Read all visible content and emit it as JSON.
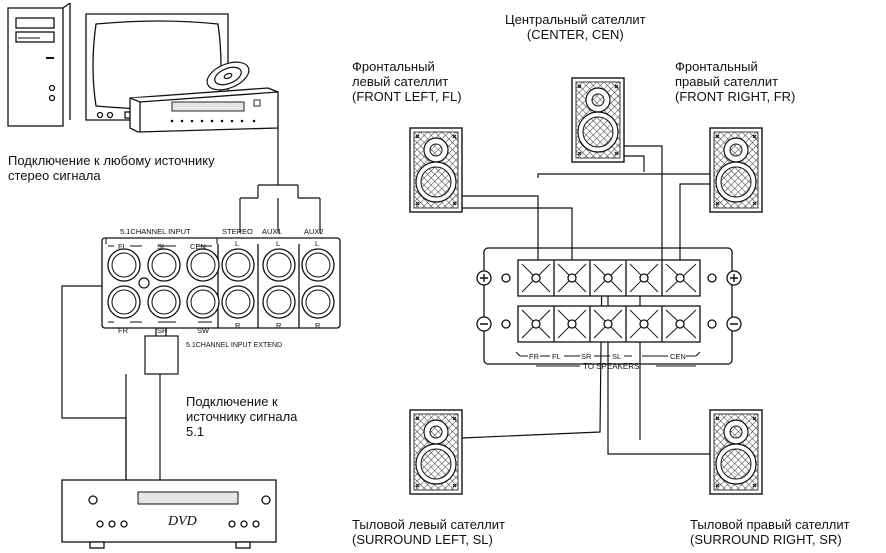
{
  "labels": {
    "center": [
      "Центральный сателлит",
      "(CENTER, CEN)"
    ],
    "front_left": [
      "Фронтальный",
      "левый сателлит",
      "(FRONT LEFT, FL)"
    ],
    "front_right": [
      "Фронтальный",
      "правый сателлит",
      "(FRONT RIGHT, FR)"
    ],
    "surround_left": [
      "Тыловой левый сателлит",
      "(SURROUND LEFT, SL)"
    ],
    "surround_right": [
      "Тыловой правый сателлит",
      "(SURROUND RIGHT, SR)"
    ],
    "stereo_source": [
      "Подключение к любому источнику",
      "стерео сигнала"
    ],
    "source_51": [
      "Подключение к",
      "источнику сигнала",
      "5.1"
    ]
  },
  "input_panel": {
    "title_51": "5.1CHANNEL INPUT",
    "stereo": "STEREO",
    "aux1": "AUX1",
    "aux2": "AUX2",
    "fl": "FL",
    "sl": "SL",
    "cen": "CEN",
    "fr": "FR",
    "sr": "SR",
    "sw": "SW",
    "l": "L",
    "r": "R",
    "extend": "5.1CHANNEL INPUT EXTEND"
  },
  "speaker_panel": {
    "terminals": [
      "FR",
      "FL",
      "SR",
      "SL",
      "CEN"
    ],
    "to_speakers": "TO SPEAKERS",
    "plus": "+",
    "minus": "−"
  },
  "dvd_label": "DVD"
}
